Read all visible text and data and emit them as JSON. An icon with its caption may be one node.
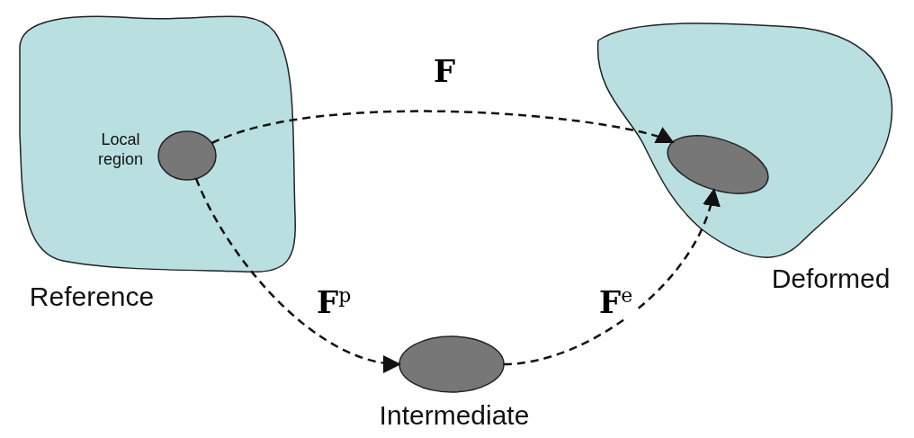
{
  "diagram": {
    "nodes": [
      {
        "text": [
          "Reference"
        ]
      },
      {
        "text": [
          "Local region"
        ],
        "in": 0
      },
      {
        "text": [
          "Deformed"
        ]
      },
      {
        "text": [],
        "shape": "ellipse",
        "in": 2
      },
      {
        "text": [
          "Intermediate"
        ]
      }
    ],
    "edges": [
      {
        "from": 1,
        "to": 3,
        "arrow": "to",
        "label": "F",
        "style": "dashed"
      },
      {
        "from": 1,
        "to": 4,
        "arrow": "to",
        "label": "F$^{p}$",
        "style": "dashed"
      },
      {
        "from": 4,
        "to": 3,
        "arrow": "to",
        "label": "F$^{e}$",
        "style": "dashed"
      }
    ]
  }
}
